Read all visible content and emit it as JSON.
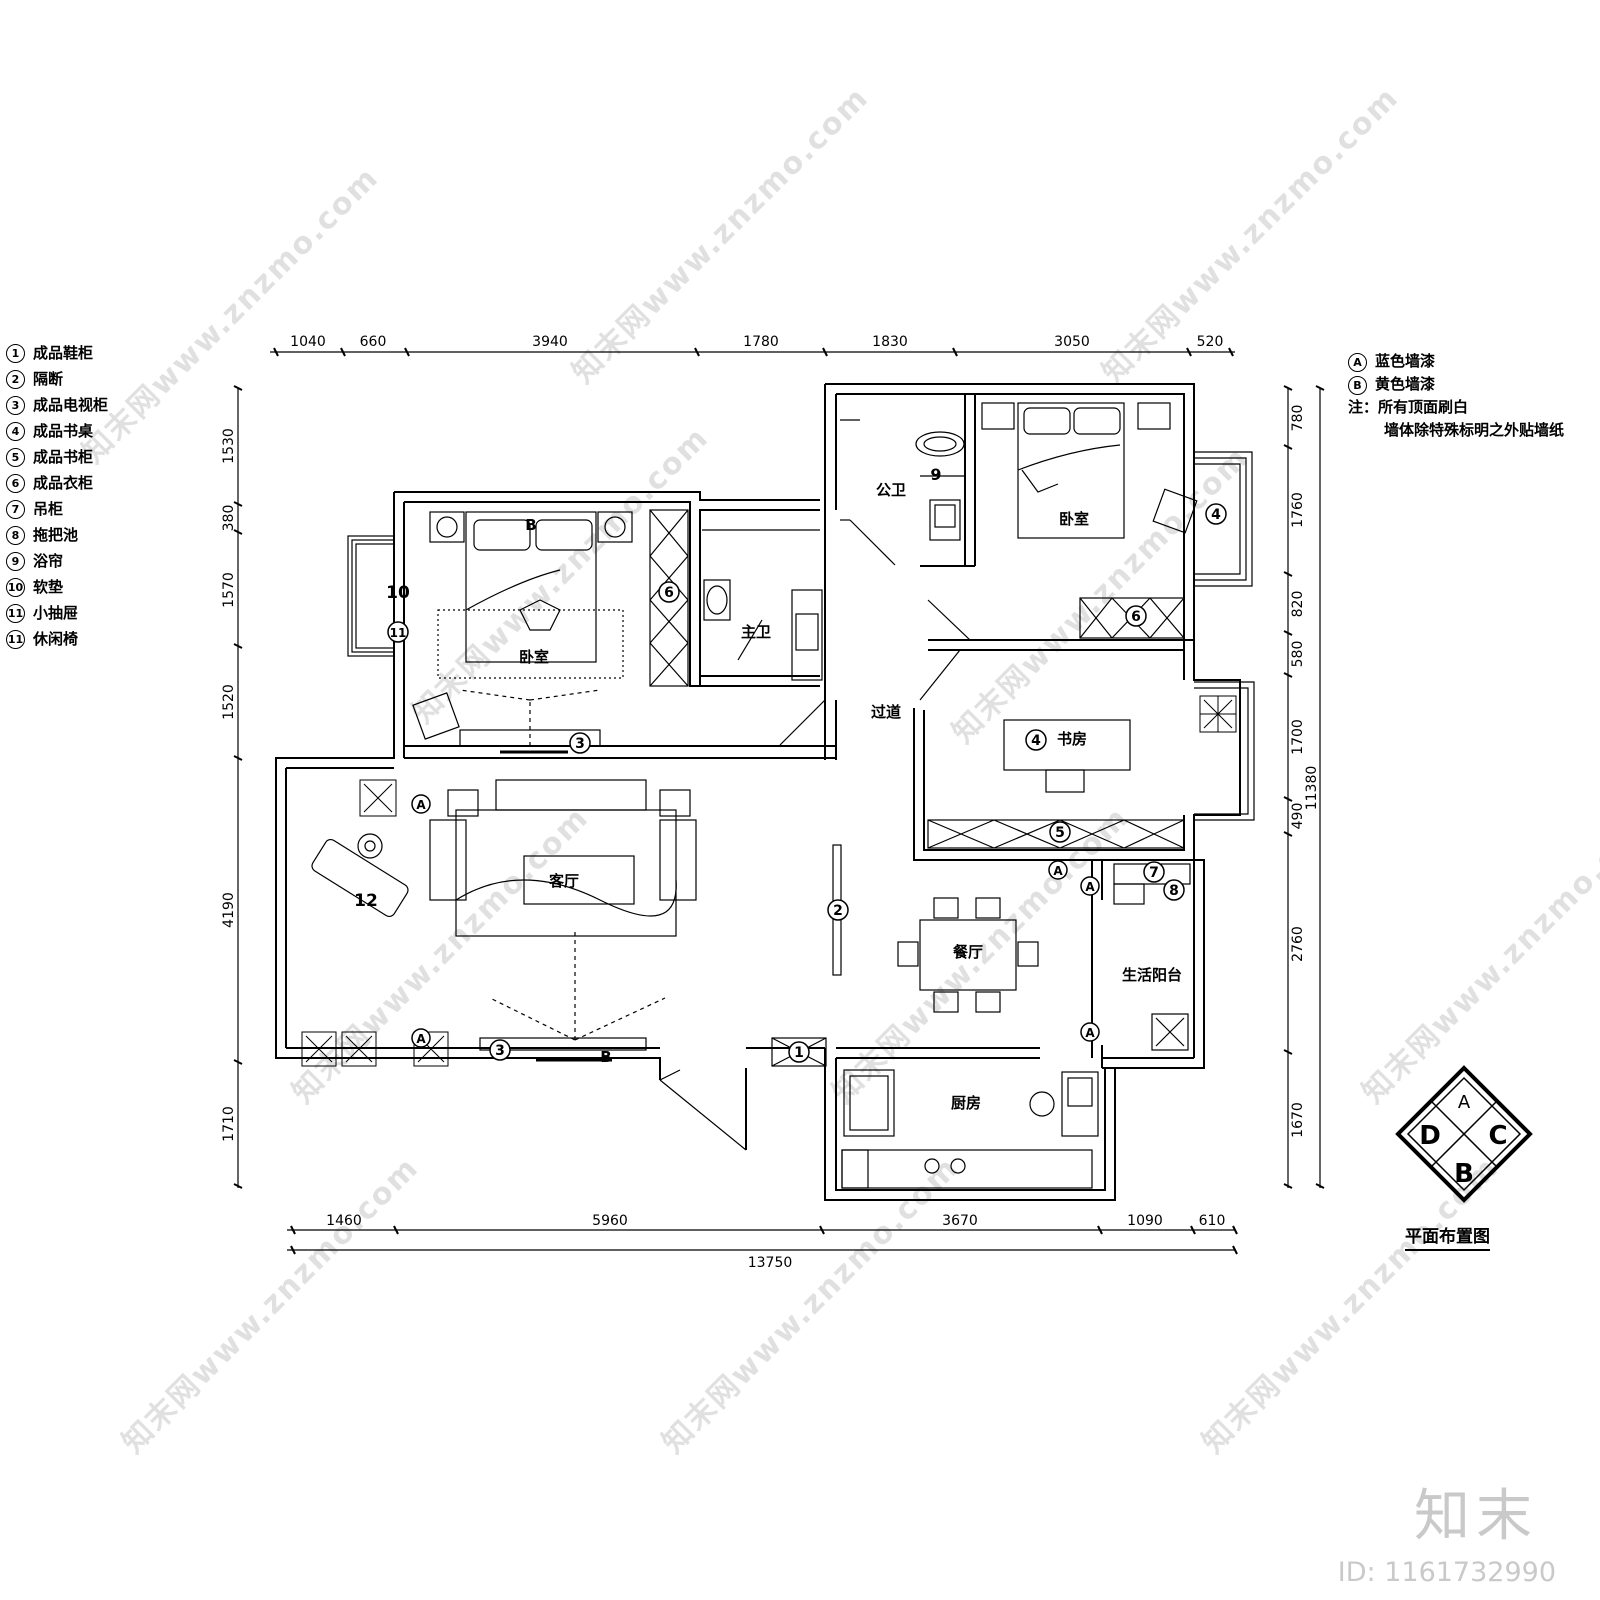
{
  "legend": {
    "items": [
      {
        "num": "1",
        "label": "成品鞋柜"
      },
      {
        "num": "2",
        "label": "隔断"
      },
      {
        "num": "3",
        "label": "成品电视柜"
      },
      {
        "num": "4",
        "label": "成品书桌"
      },
      {
        "num": "5",
        "label": "成品书柜"
      },
      {
        "num": "6",
        "label": "成品衣柜"
      },
      {
        "num": "7",
        "label": "吊柜"
      },
      {
        "num": "8",
        "label": "拖把池"
      },
      {
        "num": "9",
        "label": "浴帘"
      },
      {
        "num": "10",
        "label": "软垫"
      },
      {
        "num": "11",
        "label": "小抽屉"
      },
      {
        "num": "11",
        "label": "休闲椅"
      }
    ]
  },
  "notes": {
    "a_label": "A",
    "a_text": "蓝色墙漆",
    "b_label": "B",
    "b_text": "黄色墙漆",
    "note_line1": "注：所有顶面刷白",
    "note_line2": "墙体除特殊标明之外贴墙纸"
  },
  "dimensions": {
    "top": [
      "1040",
      "660",
      "3940",
      "1780",
      "1830",
      "3050",
      "520"
    ],
    "bottom": [
      "1460",
      "5960",
      "3670",
      "1090",
      "610"
    ],
    "bottom_total": "13750",
    "left": [
      "1530",
      "380",
      "1570",
      "1520",
      "4190",
      "1710"
    ],
    "right": [
      "780",
      "1760",
      "820",
      "580",
      "1700",
      "490",
      "2760",
      "1670"
    ],
    "right_total": "11380"
  },
  "rooms": {
    "master_bedroom": "卧室",
    "master_bath": "主卫",
    "public_bath": "公卫",
    "second_bedroom": "卧室",
    "corridor": "过道",
    "study": "书房",
    "living": "客厅",
    "dining": "餐厅",
    "balcony": "生活阳台",
    "kitchen": "厨房"
  },
  "markers": {
    "tv_cabinet": "3",
    "tv_cabinet_2": "3",
    "wardrobe": "6",
    "wardrobe_2": "6",
    "desk": "4",
    "desk_2": "4",
    "bookcase": "5",
    "partition": "2",
    "shoe_cabinet": "1",
    "cushion": "10",
    "drawer": "11",
    "lounge_chair": "12",
    "wall_cabinet": "7",
    "mop_sink": "8",
    "curtain": "9",
    "wall_b": "B",
    "wall_a": "A"
  },
  "compass": {
    "top": "A",
    "left": "D",
    "right": "C",
    "bottom": "B"
  },
  "drawing_title": "平面布置图",
  "watermark_text": "知末网www.znzmo.com",
  "brand": "知末",
  "image_id": "ID: 1161732990"
}
